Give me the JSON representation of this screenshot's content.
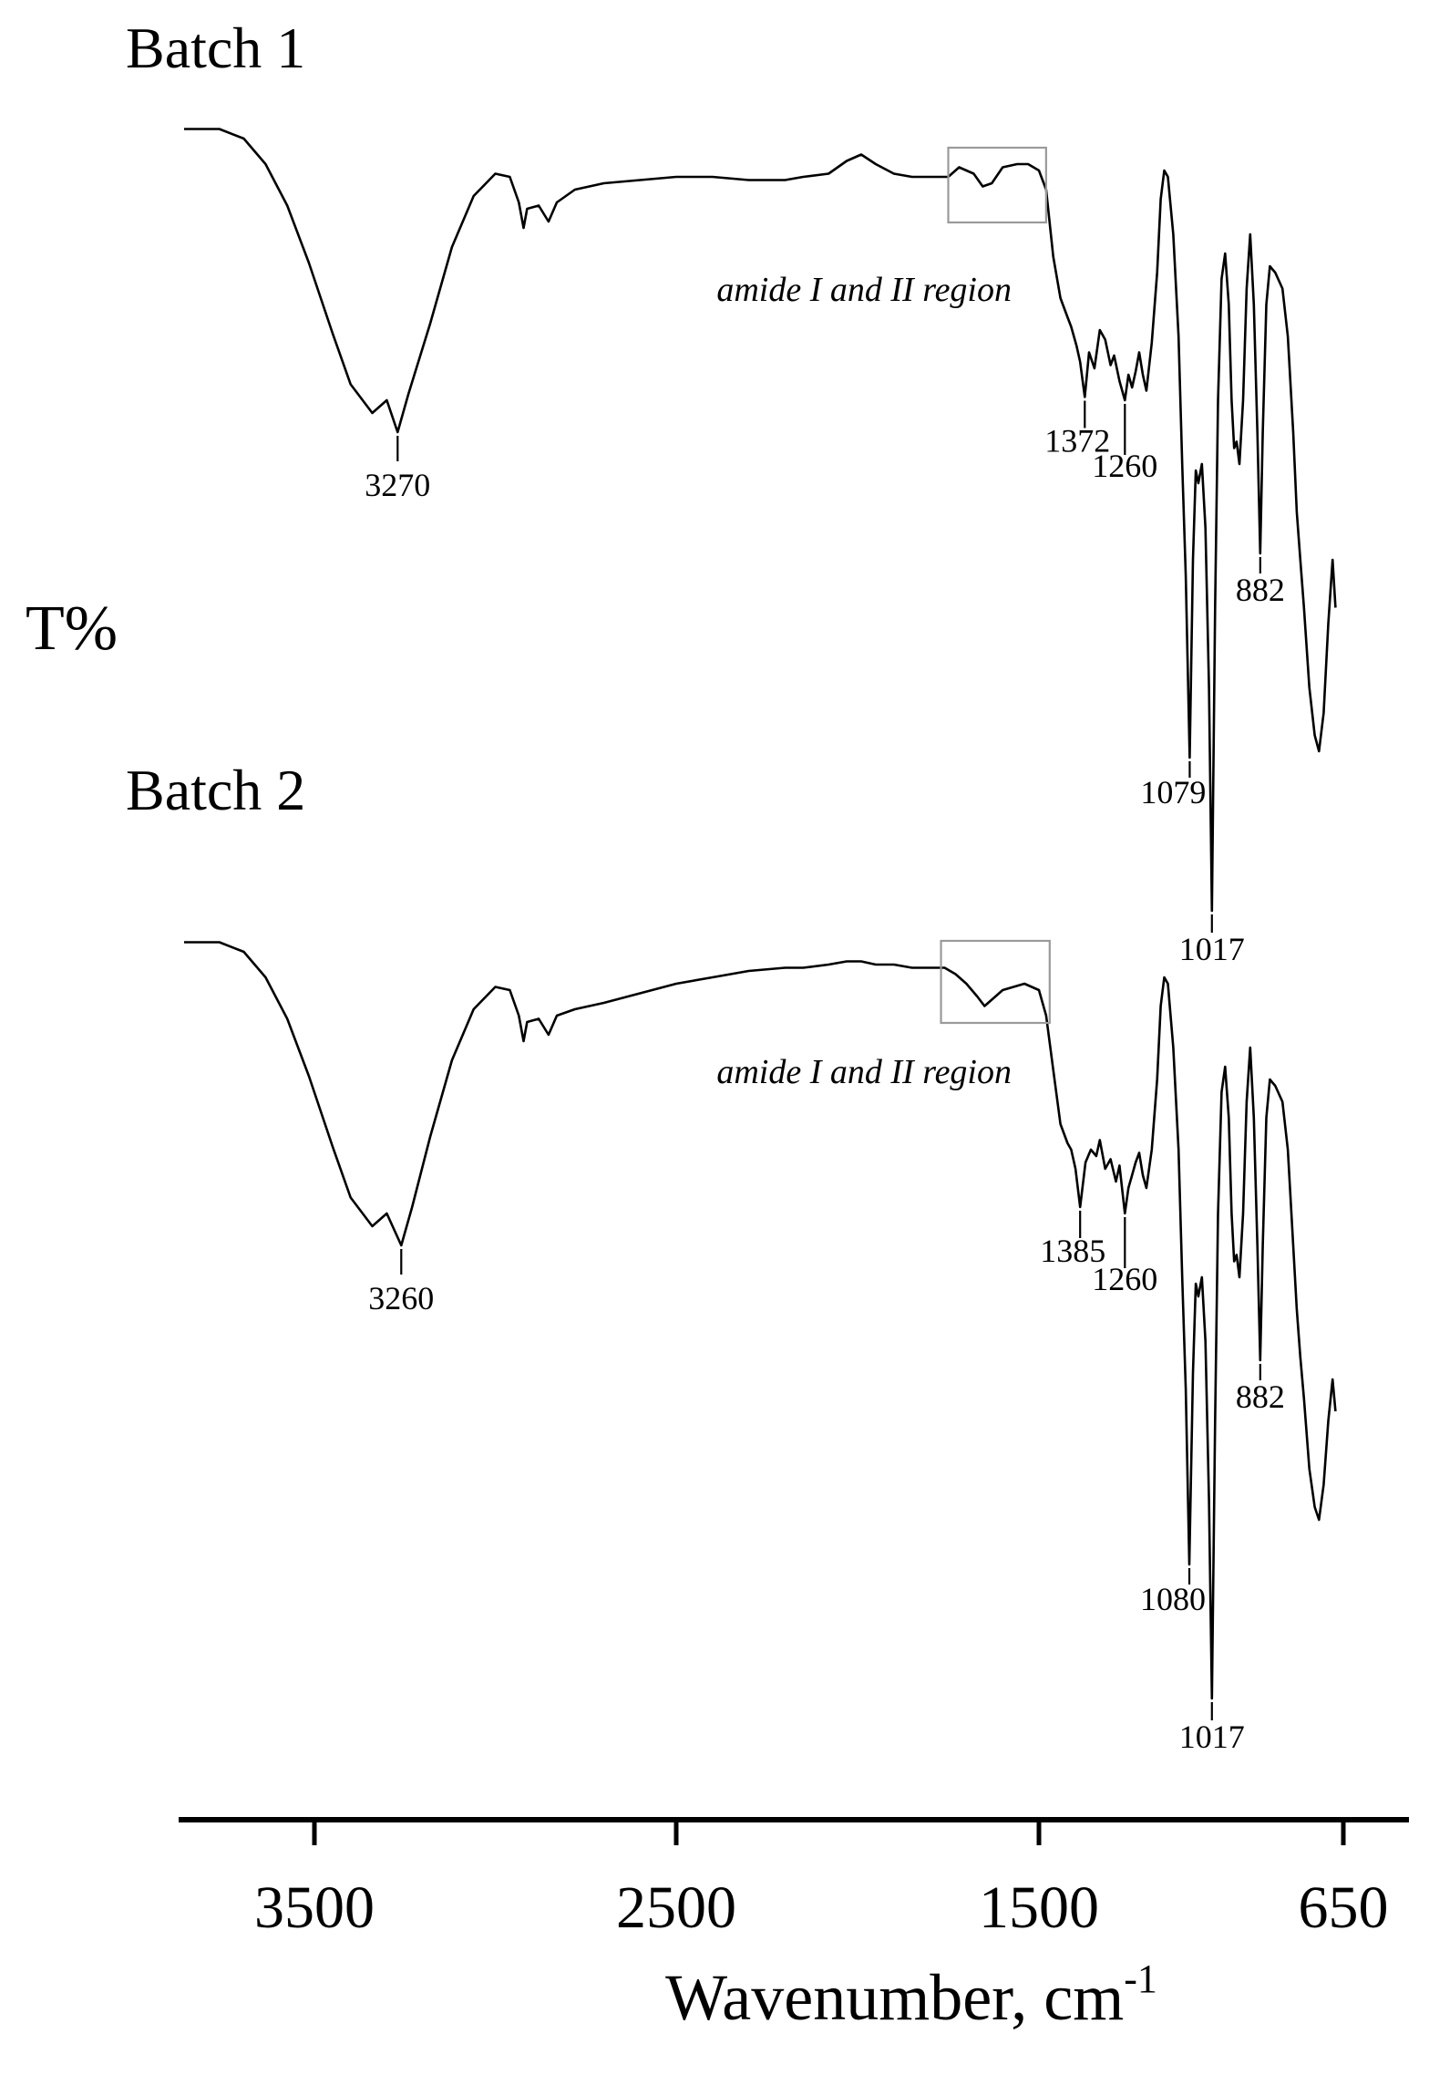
{
  "chart_data": {
    "type": "line",
    "ylabel": "T%",
    "xlabel": "Wavenumber, cm",
    "xlabel_superscript": "-1",
    "xlim": [
      4000,
      550
    ],
    "x_reversed": true,
    "x_ticks": [
      3500,
      2500,
      1500,
      650
    ],
    "series": [
      {
        "name": "Batch 1",
        "region_label": "amide I and II region",
        "region_range": [
          1750,
          1480
        ],
        "points": [
          [
            3980,
            95
          ],
          [
            3850,
            95
          ],
          [
            3760,
            92
          ],
          [
            3680,
            84
          ],
          [
            3600,
            71
          ],
          [
            3520,
            53
          ],
          [
            3450,
            31
          ],
          [
            3400,
            15
          ],
          [
            3340,
            6
          ],
          [
            3300,
            10
          ],
          [
            3270,
            0
          ],
          [
            3240,
            12
          ],
          [
            3180,
            34
          ],
          [
            3120,
            58
          ],
          [
            3060,
            74
          ],
          [
            3000,
            81
          ],
          [
            2960,
            80
          ],
          [
            2935,
            72
          ],
          [
            2922,
            64
          ],
          [
            2912,
            70
          ],
          [
            2880,
            71
          ],
          [
            2853,
            66
          ],
          [
            2830,
            72
          ],
          [
            2780,
            76
          ],
          [
            2700,
            78
          ],
          [
            2600,
            79
          ],
          [
            2500,
            80
          ],
          [
            2400,
            80
          ],
          [
            2300,
            79
          ],
          [
            2200,
            79
          ],
          [
            2150,
            80
          ],
          [
            2080,
            81
          ],
          [
            2030,
            85
          ],
          [
            1990,
            87
          ],
          [
            1950,
            84
          ],
          [
            1900,
            81
          ],
          [
            1850,
            80
          ],
          [
            1780,
            80
          ],
          [
            1750,
            80
          ],
          [
            1720,
            83
          ],
          [
            1680,
            81
          ],
          [
            1655,
            77
          ],
          [
            1630,
            78
          ],
          [
            1600,
            83
          ],
          [
            1560,
            84
          ],
          [
            1530,
            84
          ],
          [
            1500,
            82
          ],
          [
            1480,
            76
          ],
          [
            1460,
            55
          ],
          [
            1440,
            42
          ],
          [
            1420,
            36
          ],
          [
            1410,
            33
          ],
          [
            1395,
            27
          ],
          [
            1385,
            22
          ],
          [
            1372,
            11
          ],
          [
            1360,
            25
          ],
          [
            1345,
            20
          ],
          [
            1330,
            32
          ],
          [
            1315,
            29
          ],
          [
            1300,
            21
          ],
          [
            1290,
            24
          ],
          [
            1275,
            16
          ],
          [
            1260,
            10
          ],
          [
            1250,
            18
          ],
          [
            1240,
            14
          ],
          [
            1230,
            19
          ],
          [
            1220,
            25
          ],
          [
            1210,
            18
          ],
          [
            1200,
            13
          ],
          [
            1185,
            28
          ],
          [
            1170,
            50
          ],
          [
            1160,
            73
          ],
          [
            1150,
            82
          ],
          [
            1140,
            80
          ],
          [
            1125,
            62
          ],
          [
            1110,
            30
          ],
          [
            1100,
            -10
          ],
          [
            1090,
            -45
          ],
          [
            1079,
            -102
          ],
          [
            1070,
            -40
          ],
          [
            1062,
            -12
          ],
          [
            1055,
            -16
          ],
          [
            1045,
            -10
          ],
          [
            1035,
            -30
          ],
          [
            1025,
            -80
          ],
          [
            1017,
            -150
          ],
          [
            1008,
            -55
          ],
          [
            1000,
            10
          ],
          [
            990,
            48
          ],
          [
            980,
            56
          ],
          [
            970,
            40
          ],
          [
            962,
            10
          ],
          [
            955,
            -5
          ],
          [
            948,
            -3
          ],
          [
            940,
            -10
          ],
          [
            930,
            10
          ],
          [
            920,
            45
          ],
          [
            910,
            62
          ],
          [
            900,
            40
          ],
          [
            890,
            0
          ],
          [
            882,
            -38
          ],
          [
            875,
            0
          ],
          [
            865,
            40
          ],
          [
            855,
            52
          ],
          [
            840,
            50
          ],
          [
            820,
            45
          ],
          [
            805,
            30
          ],
          [
            790,
            0
          ],
          [
            780,
            -25
          ],
          [
            770,
            -40
          ],
          [
            760,
            -55
          ],
          [
            745,
            -80
          ],
          [
            730,
            -95
          ],
          [
            718,
            -100
          ],
          [
            705,
            -88
          ],
          [
            692,
            -60
          ],
          [
            680,
            -40
          ],
          [
            672,
            -55
          ]
        ],
        "peaks": [
          3270,
          1372,
          1260,
          1079,
          1017,
          882
        ],
        "peak_labels": [
          "3270",
          "1372",
          "1260",
          "1079",
          "1017",
          "882"
        ]
      },
      {
        "name": "Batch 2",
        "region_label": "amide I and II region",
        "region_range": [
          1770,
          1470
        ],
        "points": [
          [
            3980,
            95
          ],
          [
            3850,
            95
          ],
          [
            3760,
            92
          ],
          [
            3680,
            84
          ],
          [
            3600,
            71
          ],
          [
            3520,
            53
          ],
          [
            3450,
            31
          ],
          [
            3400,
            15
          ],
          [
            3340,
            6
          ],
          [
            3300,
            10
          ],
          [
            3260,
            0
          ],
          [
            3230,
            12
          ],
          [
            3180,
            34
          ],
          [
            3120,
            58
          ],
          [
            3060,
            74
          ],
          [
            3000,
            81
          ],
          [
            2960,
            80
          ],
          [
            2935,
            72
          ],
          [
            2922,
            64
          ],
          [
            2912,
            70
          ],
          [
            2880,
            71
          ],
          [
            2853,
            66
          ],
          [
            2830,
            72
          ],
          [
            2780,
            74
          ],
          [
            2700,
            76
          ],
          [
            2600,
            79
          ],
          [
            2500,
            82
          ],
          [
            2400,
            84
          ],
          [
            2300,
            86
          ],
          [
            2200,
            87
          ],
          [
            2150,
            87
          ],
          [
            2080,
            88
          ],
          [
            2030,
            89
          ],
          [
            1990,
            89
          ],
          [
            1950,
            88
          ],
          [
            1900,
            88
          ],
          [
            1850,
            87
          ],
          [
            1780,
            87
          ],
          [
            1760,
            87
          ],
          [
            1730,
            85
          ],
          [
            1700,
            82
          ],
          [
            1670,
            78
          ],
          [
            1650,
            75
          ],
          [
            1630,
            77
          ],
          [
            1600,
            80
          ],
          [
            1570,
            81
          ],
          [
            1540,
            82
          ],
          [
            1500,
            80
          ],
          [
            1480,
            72
          ],
          [
            1460,
            55
          ],
          [
            1440,
            38
          ],
          [
            1420,
            32
          ],
          [
            1410,
            30
          ],
          [
            1398,
            24
          ],
          [
            1385,
            12
          ],
          [
            1370,
            26
          ],
          [
            1355,
            30
          ],
          [
            1340,
            28
          ],
          [
            1330,
            33
          ],
          [
            1315,
            24
          ],
          [
            1300,
            27
          ],
          [
            1285,
            20
          ],
          [
            1275,
            25
          ],
          [
            1260,
            10
          ],
          [
            1250,
            18
          ],
          [
            1240,
            22
          ],
          [
            1230,
            26
          ],
          [
            1220,
            29
          ],
          [
            1210,
            22
          ],
          [
            1200,
            18
          ],
          [
            1185,
            30
          ],
          [
            1170,
            52
          ],
          [
            1160,
            75
          ],
          [
            1150,
            84
          ],
          [
            1140,
            82
          ],
          [
            1125,
            62
          ],
          [
            1110,
            30
          ],
          [
            1100,
            -10
          ],
          [
            1090,
            -45
          ],
          [
            1080,
            -100
          ],
          [
            1070,
            -40
          ],
          [
            1062,
            -12
          ],
          [
            1055,
            -16
          ],
          [
            1045,
            -10
          ],
          [
            1035,
            -30
          ],
          [
            1025,
            -80
          ],
          [
            1017,
            -142
          ],
          [
            1008,
            -55
          ],
          [
            1000,
            10
          ],
          [
            990,
            48
          ],
          [
            980,
            56
          ],
          [
            970,
            40
          ],
          [
            962,
            10
          ],
          [
            955,
            -5
          ],
          [
            948,
            -3
          ],
          [
            940,
            -10
          ],
          [
            930,
            10
          ],
          [
            920,
            45
          ],
          [
            910,
            62
          ],
          [
            900,
            40
          ],
          [
            890,
            0
          ],
          [
            882,
            -36
          ],
          [
            875,
            0
          ],
          [
            865,
            40
          ],
          [
            855,
            52
          ],
          [
            840,
            50
          ],
          [
            820,
            45
          ],
          [
            805,
            30
          ],
          [
            790,
            0
          ],
          [
            780,
            -20
          ],
          [
            770,
            -35
          ],
          [
            760,
            -48
          ],
          [
            745,
            -70
          ],
          [
            730,
            -82
          ],
          [
            718,
            -86
          ],
          [
            705,
            -75
          ],
          [
            692,
            -55
          ],
          [
            680,
            -42
          ],
          [
            672,
            -52
          ]
        ],
        "peaks": [
          3260,
          1385,
          1260,
          1080,
          1017,
          882
        ],
        "peak_labels": [
          "3260",
          "1385",
          "1260",
          "1080",
          "1017",
          "882"
        ]
      }
    ]
  }
}
